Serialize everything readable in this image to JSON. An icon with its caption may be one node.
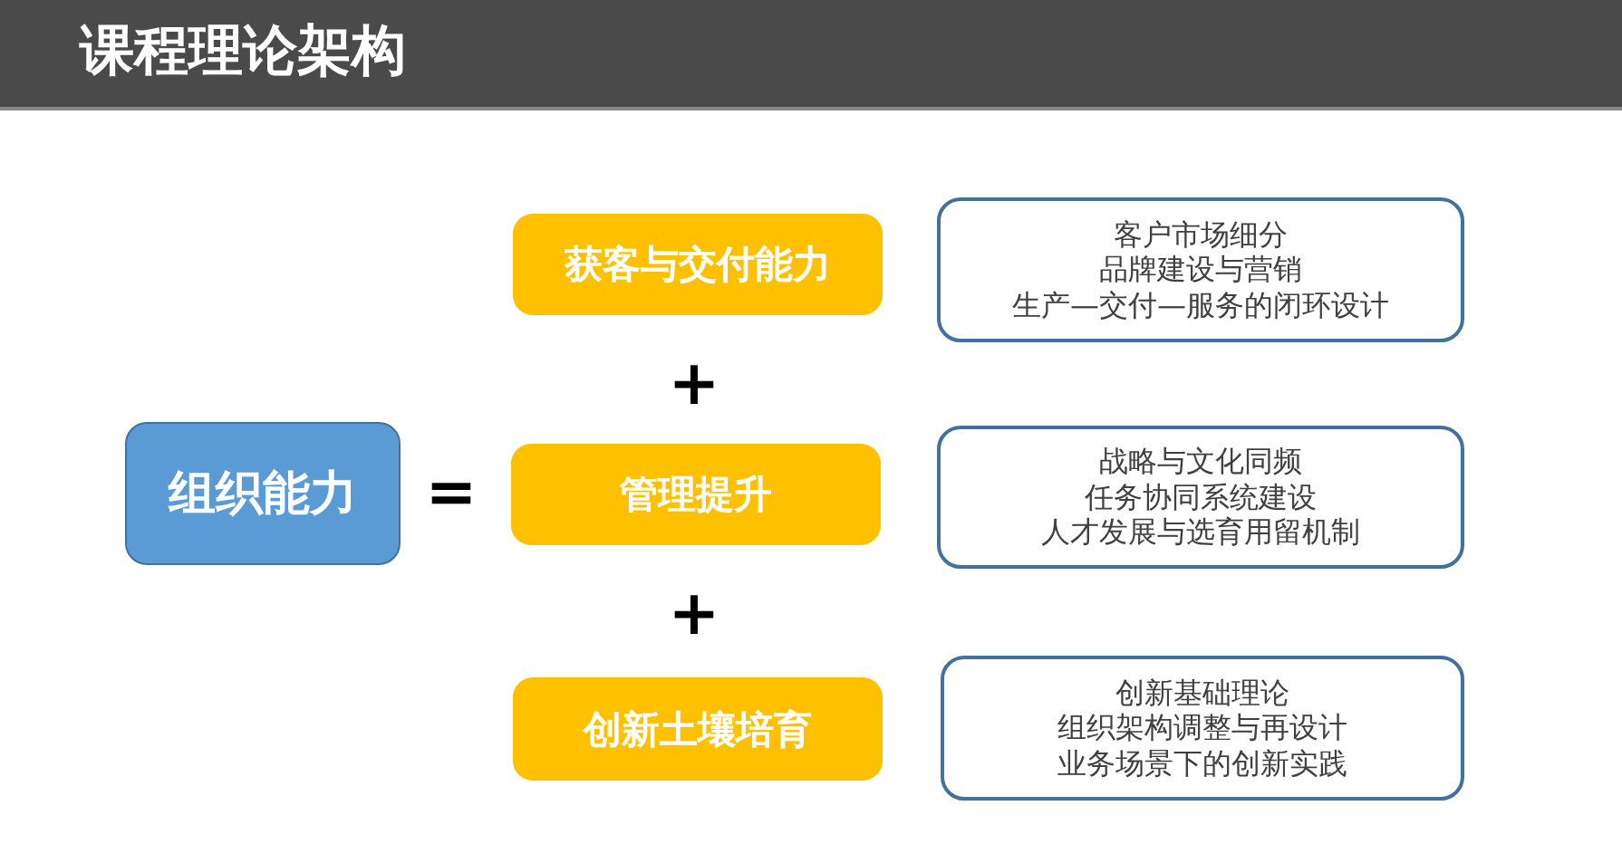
{
  "diagram": {
    "title": "课程理论架构",
    "nodes": [
      {
        "text": [
          "组织能力"
        ]
      },
      {
        "text": [
          "获客与交付能力"
        ]
      },
      {
        "text": [
          "客户市场细分",
          "品牌建设与营销",
          "生产—交付—服务的闭环设计"
        ]
      },
      {
        "text": [
          "管理提升"
        ]
      },
      {
        "text": [
          "战略与文化同频",
          "任务协同系统建设",
          "人才发展与选育用留机制"
        ]
      },
      {
        "text": [
          "创新土壤培育"
        ]
      },
      {
        "text": [
          "创新基础理论",
          "组织架构调整与再设计",
          "业务场景下的创新实践"
        ]
      }
    ],
    "labels": [
      "=",
      "+",
      "+"
    ]
  }
}
